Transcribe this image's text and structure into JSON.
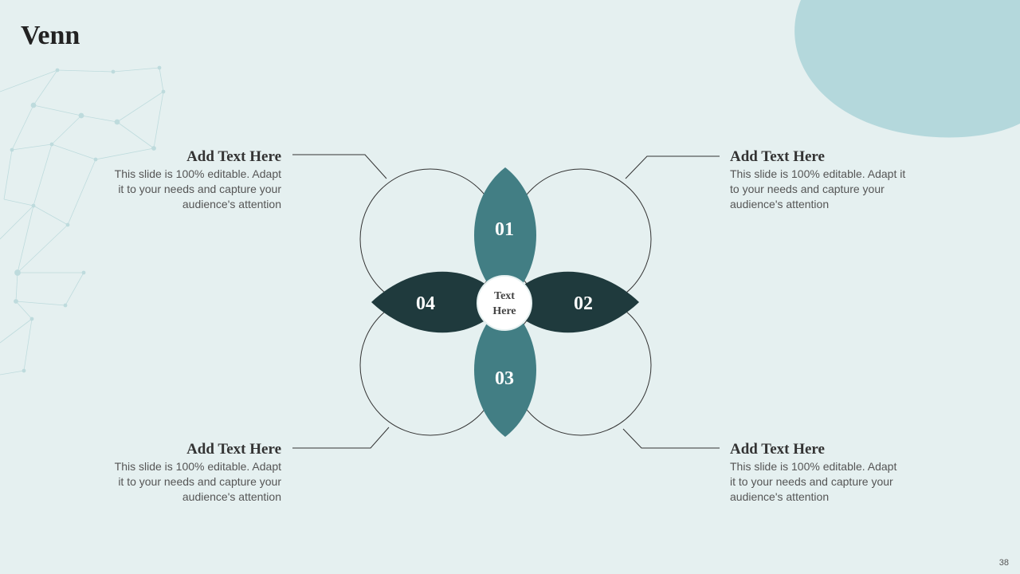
{
  "title": "Venn",
  "center_label": [
    "Text",
    "Here"
  ],
  "petals": [
    {
      "number": "01",
      "color": "#427e84"
    },
    {
      "number": "02",
      "color": "#1f3a3d"
    },
    {
      "number": "03",
      "color": "#427e84"
    },
    {
      "number": "04",
      "color": "#1f3a3d"
    }
  ],
  "text_blocks": {
    "top_left": {
      "heading": "Add Text Here",
      "body": [
        "This slide is 100% editable. Adapt",
        "it to your needs and capture your",
        "audience's attention"
      ]
    },
    "top_right": {
      "heading": "Add Text Here",
      "body": [
        "This slide is 100% editable. Adapt it",
        "to your needs and capture your",
        "audience's attention"
      ]
    },
    "bottom_left": {
      "heading": "Add Text Here",
      "body": [
        "This slide is 100% editable. Adapt",
        "it to your needs and capture your",
        "audience's attention"
      ]
    },
    "bottom_right": {
      "heading": "Add Text Here",
      "body": [
        "This slide is 100% editable. Adapt",
        "it to your needs and capture your",
        "audience's attention"
      ]
    }
  },
  "page_number": "38",
  "colors": {
    "background": "#e5f0f0",
    "blob": "#b4d8dc",
    "teal": "#427e84",
    "dark_teal": "#1f3a3d"
  }
}
